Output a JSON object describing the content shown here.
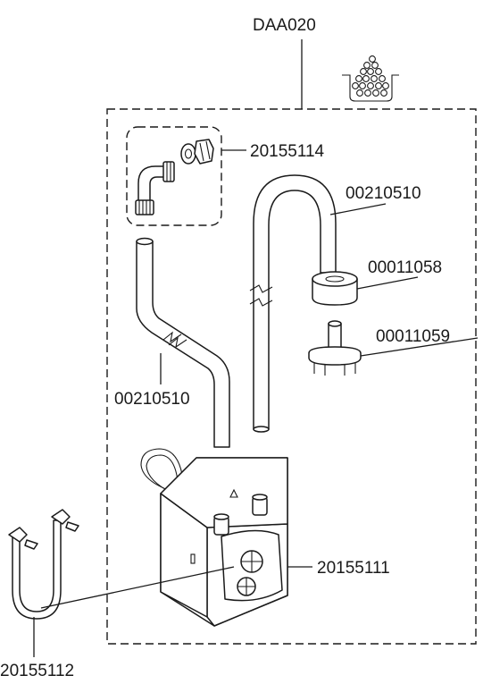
{
  "labels": {
    "kit": "DAA020",
    "elbow_fitting": "20155114",
    "tube_right": "00210510",
    "cap": "00011058",
    "lance": "00011059",
    "tube_left": "00210510",
    "pump": "20155111",
    "hose": "20155112"
  },
  "icons": {
    "container": "detergent-container-icon"
  }
}
